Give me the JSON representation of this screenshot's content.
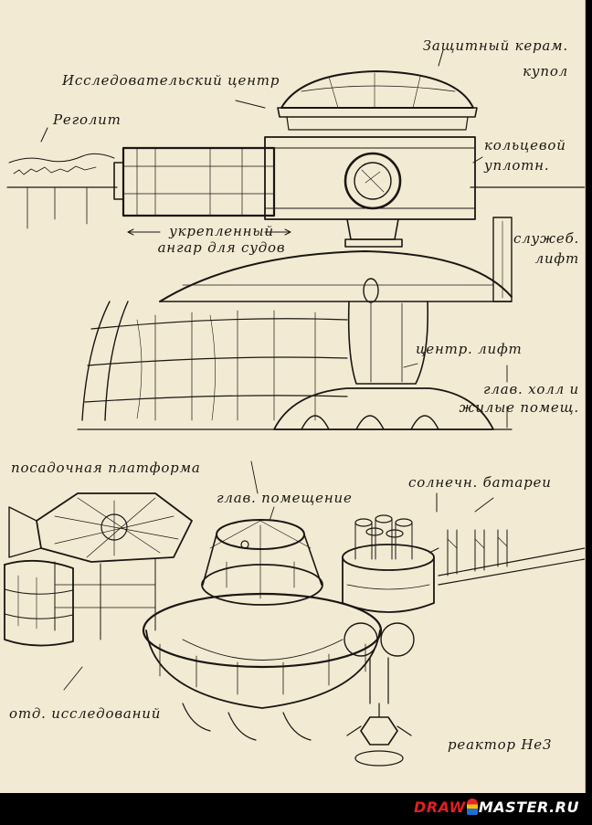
{
  "labels": {
    "dome": "Защитный керам.\nкупол",
    "research_center": "Исследовательский центр",
    "regolith": "Реголит",
    "ring_seal": "кольцевой\nуплотн.",
    "hangar": "укрепленный\nангар для судов",
    "service_lift": "служеб.\nлифт",
    "central_lift": "центр. лифт",
    "main_hall": "глав. холл и\nжилые помещ.",
    "landing_platform": "посадочная платформа",
    "main_room": "глав. помещение",
    "solar_batteries": "солнечн. батареи",
    "research_dept": "отд. исследований",
    "reactor": "реактор He3"
  },
  "watermark": {
    "part1": "DRAW",
    "part2": "MASTER.RU",
    "colors": {
      "part1": "#e02020",
      "part2": "#ffffff"
    }
  },
  "colors": {
    "paper": "#f3ead3",
    "ink": "#1a1713",
    "frame": "#000000"
  }
}
